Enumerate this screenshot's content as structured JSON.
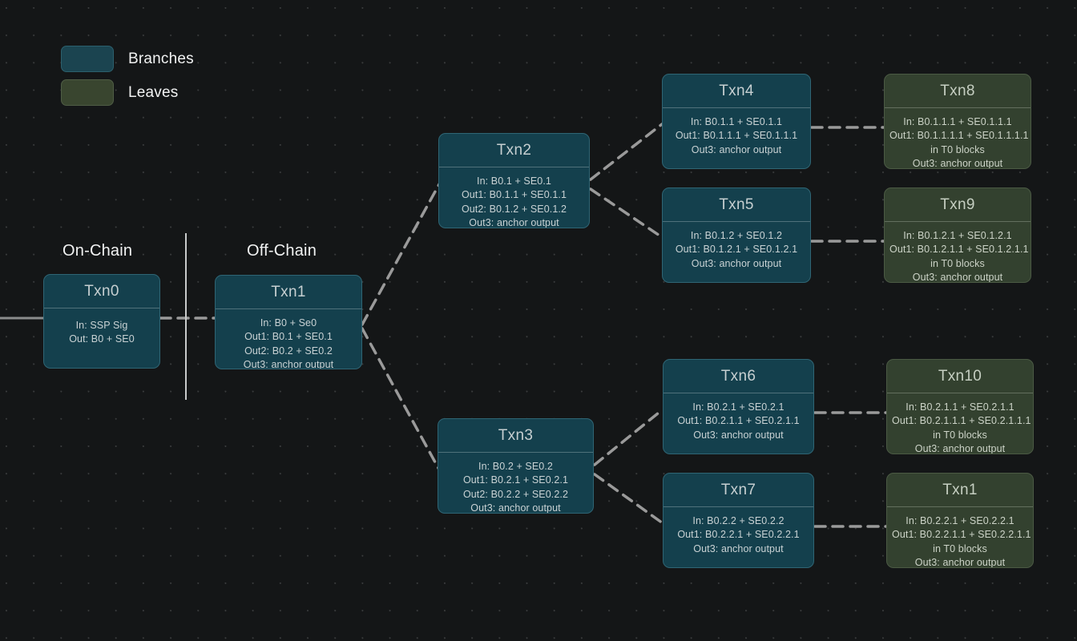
{
  "legend": {
    "items": [
      {
        "label": "Branches",
        "color": "#1b4450",
        "kind": "branch"
      },
      {
        "label": "Leaves",
        "color": "#39452f",
        "kind": "leaf"
      }
    ]
  },
  "sections": {
    "on_chain": "On-Chain",
    "off_chain": "Off-Chain"
  },
  "colors": {
    "background": "#141617",
    "grid_dot": "#3a3c3d",
    "branch_fill": "#14404d",
    "branch_border": "#2f6574",
    "leaf_fill": "#33412f",
    "leaf_border": "#4b5a44",
    "edge": "#9a9a9a",
    "text": "#c9d2d4",
    "divider": "#c9cbcb"
  },
  "nodes": [
    {
      "id": "txn0",
      "title": "Txn0",
      "kind": "branch",
      "lines": [
        "",
        "In: SSP Sig",
        "Out: B0 + SE0"
      ]
    },
    {
      "id": "txn1",
      "title": "Txn1",
      "kind": "branch",
      "lines": [
        "In: B0 + Se0",
        "Out1: B0.1 + SE0.1",
        "Out2: B0.2 + SE0.2",
        "Out3: anchor output"
      ]
    },
    {
      "id": "txn2",
      "title": "Txn2",
      "kind": "branch",
      "lines": [
        "In: B0.1 + SE0.1",
        "Out1: B0.1.1 + SE0.1.1",
        "Out2: B0.1.2 + SE0.1.2",
        "Out3: anchor output"
      ]
    },
    {
      "id": "txn3",
      "title": "Txn3",
      "kind": "branch",
      "lines": [
        "In: B0.2 + SE0.2",
        "Out1: B0.2.1 + SE0.2.1",
        "Out2: B0.2.2 + SE0.2.2",
        "Out3: anchor output"
      ]
    },
    {
      "id": "txn4",
      "title": "Txn4",
      "kind": "branch",
      "lines": [
        "In: B0.1.1 + SE0.1.1",
        "Out1: B0.1.1.1 + SE0.1.1.1",
        "",
        "Out3: anchor output"
      ]
    },
    {
      "id": "txn5",
      "title": "Txn5",
      "kind": "branch",
      "lines": [
        "In: B0.1.2 + SE0.1.2",
        "Out1: B0.1.2.1 + SE0.1.2.1",
        "",
        "Out3: anchor output"
      ]
    },
    {
      "id": "txn6",
      "title": "Txn6",
      "kind": "branch",
      "lines": [
        "In: B0.2.1 + SE0.2.1",
        "Out1: B0.2.1.1 + SE0.2.1.1",
        "",
        "Out3: anchor output"
      ]
    },
    {
      "id": "txn7",
      "title": "Txn7",
      "kind": "branch",
      "lines": [
        "In: B0.2.2 + SE0.2.2",
        "Out1: B0.2.2.1 + SE0.2.2.1",
        "",
        "Out3: anchor output"
      ]
    },
    {
      "id": "txn8",
      "title": "Txn8",
      "kind": "leaf",
      "lines": [
        "In: B0.1.1.1 + SE0.1.1.1",
        "Out1: B0.1.1.1.1 + SE0.1.1.1.1",
        "in T0 blocks",
        "Out3: anchor output"
      ]
    },
    {
      "id": "txn9",
      "title": "Txn9",
      "kind": "leaf",
      "lines": [
        "In: B0.1.2.1 + SE0.1.2.1",
        "Out1: B0.1.2.1.1 + SE0.1.2.1.1",
        "in T0 blocks",
        "Out3: anchor output"
      ]
    },
    {
      "id": "txn10",
      "title": "Txn10",
      "kind": "leaf",
      "lines": [
        "In: B0.2.1.1 + SE0.2.1.1",
        "Out1: B0.2.1.1.1 + SE0.2.1.1.1",
        "in T0 blocks",
        "Out3: anchor output"
      ]
    },
    {
      "id": "txn11",
      "title": "Txn1",
      "kind": "leaf",
      "lines": [
        "In: B0.2.2.1 + SE0.2.2.1",
        "Out1: B0.2.2.1.1 + SE0.2.2.1.1",
        "in T0 blocks",
        "Out3: anchor output"
      ]
    }
  ],
  "edges": [
    {
      "from": "external-left",
      "to": "txn0",
      "style": "solid"
    },
    {
      "from": "txn0",
      "to": "txn1",
      "style": "dashed"
    },
    {
      "from": "txn1",
      "to": "txn2",
      "style": "dashed"
    },
    {
      "from": "txn1",
      "to": "txn3",
      "style": "dashed"
    },
    {
      "from": "txn2",
      "to": "txn4",
      "style": "dashed"
    },
    {
      "from": "txn2",
      "to": "txn5",
      "style": "dashed"
    },
    {
      "from": "txn3",
      "to": "txn6",
      "style": "dashed"
    },
    {
      "from": "txn3",
      "to": "txn7",
      "style": "dashed"
    },
    {
      "from": "txn4",
      "to": "txn8",
      "style": "dashed"
    },
    {
      "from": "txn5",
      "to": "txn9",
      "style": "dashed"
    },
    {
      "from": "txn6",
      "to": "txn10",
      "style": "dashed"
    },
    {
      "from": "txn7",
      "to": "txn11",
      "style": "dashed"
    }
  ]
}
